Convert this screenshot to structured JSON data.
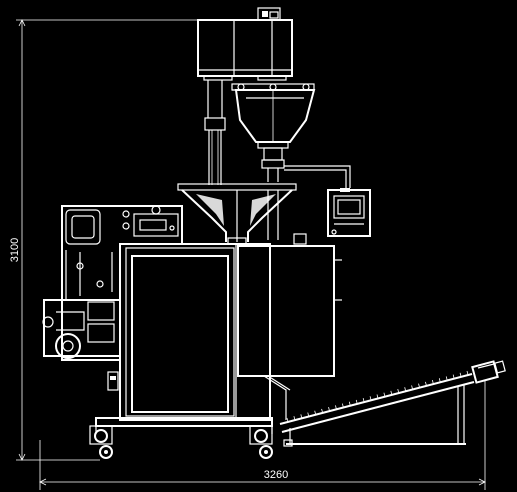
{
  "dimensions": {
    "height_label": "3100",
    "width_label": "3260"
  },
  "colors": {
    "background": "#000000",
    "lines": "#ffffff"
  },
  "components": [
    "dimension-lines",
    "auger-motor-housing",
    "feed-hopper-cone",
    "vertical-support-column",
    "film-forming-shoulder",
    "film-unwind-assembly",
    "main-cabinet",
    "control-panel-screen",
    "inclined-discharge-conveyor",
    "caster-wheels"
  ]
}
